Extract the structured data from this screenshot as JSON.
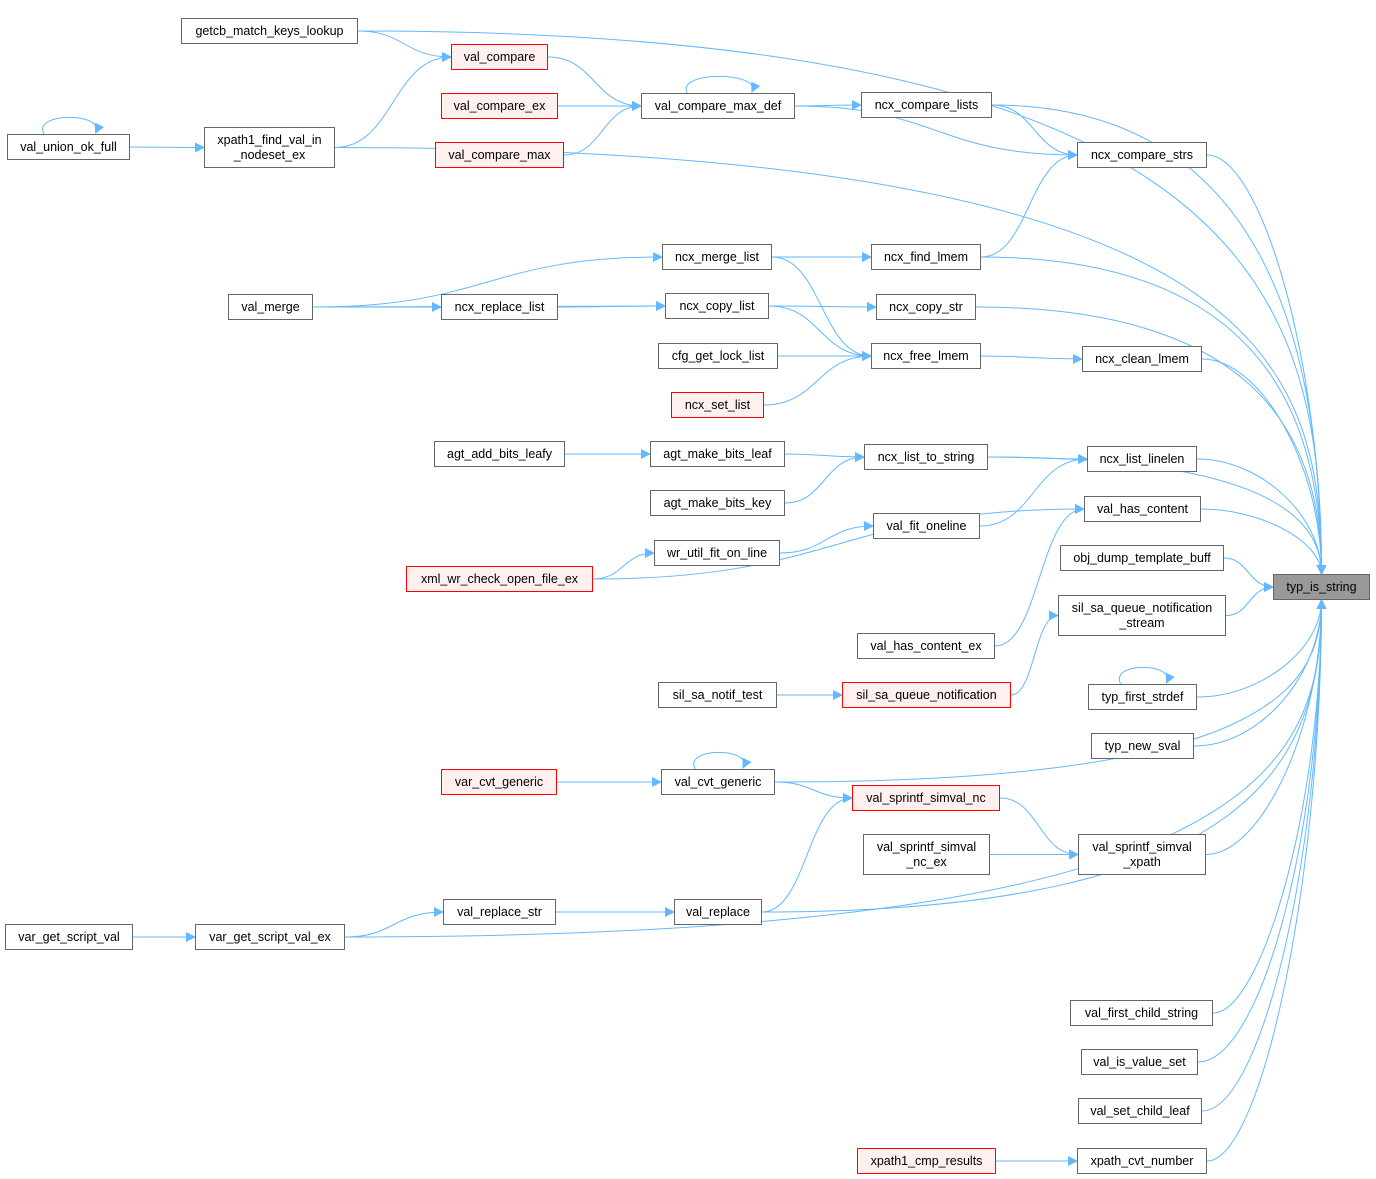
{
  "title": "typ_is_string caller graph",
  "colors": {
    "edge": "#63b8ff",
    "node_border": "#666666",
    "node_fill": "#ffffff",
    "linked_missing_border": "#ff0000",
    "linked_missing_fill": "#fff0f0",
    "root_fill": "#999999"
  },
  "nodes": [
    {
      "id": "typ_is_string",
      "label": "typ_is_string",
      "style": "root"
    },
    {
      "id": "getcb_match_keys_lookup",
      "label": "getcb_match_keys_lookup",
      "style": "normal"
    },
    {
      "id": "val_compare",
      "label": "val_compare",
      "style": "red"
    },
    {
      "id": "val_compare_ex",
      "label": "val_compare_ex",
      "style": "red"
    },
    {
      "id": "val_compare_max",
      "label": "val_compare_max",
      "style": "red"
    },
    {
      "id": "val_compare_max_def",
      "label": "val_compare_max_def",
      "style": "normal"
    },
    {
      "id": "ncx_compare_lists",
      "label": "ncx_compare_lists",
      "style": "normal"
    },
    {
      "id": "ncx_compare_strs",
      "label": "ncx_compare_strs",
      "style": "normal"
    },
    {
      "id": "val_union_ok_full",
      "label": "val_union_ok_full",
      "style": "normal"
    },
    {
      "id": "xpath1_find_val_in_nodeset_ex",
      "label": "xpath1_find_val_in\n_nodeset_ex",
      "style": "normal"
    },
    {
      "id": "val_merge",
      "label": "val_merge",
      "style": "normal"
    },
    {
      "id": "ncx_merge_list",
      "label": "ncx_merge_list",
      "style": "normal"
    },
    {
      "id": "ncx_replace_list",
      "label": "ncx_replace_list",
      "style": "normal"
    },
    {
      "id": "ncx_copy_list",
      "label": "ncx_copy_list",
      "style": "normal"
    },
    {
      "id": "cfg_get_lock_list",
      "label": "cfg_get_lock_list",
      "style": "normal"
    },
    {
      "id": "ncx_set_list",
      "label": "ncx_set_list",
      "style": "red"
    },
    {
      "id": "ncx_find_lmem",
      "label": "ncx_find_lmem",
      "style": "normal"
    },
    {
      "id": "ncx_copy_str",
      "label": "ncx_copy_str",
      "style": "normal"
    },
    {
      "id": "ncx_free_lmem",
      "label": "ncx_free_lmem",
      "style": "normal"
    },
    {
      "id": "ncx_clean_lmem",
      "label": "ncx_clean_lmem",
      "style": "normal"
    },
    {
      "id": "agt_add_bits_leafy",
      "label": "agt_add_bits_leafy",
      "style": "normal"
    },
    {
      "id": "agt_make_bits_leaf",
      "label": "agt_make_bits_leaf",
      "style": "normal"
    },
    {
      "id": "agt_make_bits_key",
      "label": "agt_make_bits_key",
      "style": "normal"
    },
    {
      "id": "ncx_list_to_string",
      "label": "ncx_list_to_string",
      "style": "normal"
    },
    {
      "id": "ncx_list_linelen",
      "label": "ncx_list_linelen",
      "style": "normal"
    },
    {
      "id": "val_fit_oneline",
      "label": "val_fit_oneline",
      "style": "normal"
    },
    {
      "id": "wr_util_fit_on_line",
      "label": "wr_util_fit_on_line",
      "style": "normal"
    },
    {
      "id": "xml_wr_check_open_file_ex",
      "label": "xml_wr_check_open_file_ex",
      "style": "red"
    },
    {
      "id": "val_has_content",
      "label": "val_has_content",
      "style": "normal"
    },
    {
      "id": "obj_dump_template_buff",
      "label": "obj_dump_template_buff",
      "style": "normal"
    },
    {
      "id": "sil_sa_queue_notification_stream",
      "label": "sil_sa_queue_notification\n_stream",
      "style": "normal"
    },
    {
      "id": "val_has_content_ex",
      "label": "val_has_content_ex",
      "style": "normal"
    },
    {
      "id": "sil_sa_notif_test",
      "label": "sil_sa_notif_test",
      "style": "normal"
    },
    {
      "id": "sil_sa_queue_notification",
      "label": "sil_sa_queue_notification",
      "style": "red"
    },
    {
      "id": "typ_first_strdef",
      "label": "typ_first_strdef",
      "style": "normal"
    },
    {
      "id": "typ_new_sval",
      "label": "typ_new_sval",
      "style": "normal"
    },
    {
      "id": "var_cvt_generic",
      "label": "var_cvt_generic",
      "style": "red"
    },
    {
      "id": "val_cvt_generic",
      "label": "val_cvt_generic",
      "style": "normal"
    },
    {
      "id": "val_sprintf_simval_nc",
      "label": "val_sprintf_simval_nc",
      "style": "red"
    },
    {
      "id": "val_sprintf_simval_nc_ex",
      "label": "val_sprintf_simval\n_nc_ex",
      "style": "normal"
    },
    {
      "id": "val_sprintf_simval_xpath",
      "label": "val_sprintf_simval\n_xpath",
      "style": "normal"
    },
    {
      "id": "var_get_script_val",
      "label": "var_get_script_val",
      "style": "normal"
    },
    {
      "id": "var_get_script_val_ex",
      "label": "var_get_script_val_ex",
      "style": "normal"
    },
    {
      "id": "val_replace_str",
      "label": "val_replace_str",
      "style": "normal"
    },
    {
      "id": "val_replace",
      "label": "val_replace",
      "style": "normal"
    },
    {
      "id": "val_first_child_string",
      "label": "val_first_child_string",
      "style": "normal"
    },
    {
      "id": "val_is_value_set",
      "label": "val_is_value_set",
      "style": "normal"
    },
    {
      "id": "val_set_child_leaf",
      "label": "val_set_child_leaf",
      "style": "normal"
    },
    {
      "id": "xpath1_cmp_results",
      "label": "xpath1_cmp_results",
      "style": "red"
    },
    {
      "id": "xpath_cvt_number",
      "label": "xpath_cvt_number",
      "style": "normal"
    }
  ],
  "edges": [
    [
      "getcb_match_keys_lookup",
      "typ_is_string"
    ],
    [
      "getcb_match_keys_lookup",
      "val_compare"
    ],
    [
      "xpath1_find_val_in_nodeset_ex",
      "val_compare"
    ],
    [
      "xpath1_find_val_in_nodeset_ex",
      "typ_is_string"
    ],
    [
      "val_union_ok_full",
      "val_union_ok_full"
    ],
    [
      "val_union_ok_full",
      "xpath1_find_val_in_nodeset_ex"
    ],
    [
      "val_compare",
      "val_compare_max_def"
    ],
    [
      "val_compare_ex",
      "val_compare_max_def"
    ],
    [
      "val_compare_max",
      "val_compare_max_def"
    ],
    [
      "val_compare_max_def",
      "val_compare_max_def"
    ],
    [
      "val_compare_max_def",
      "ncx_compare_lists"
    ],
    [
      "val_compare_max_def",
      "ncx_compare_strs"
    ],
    [
      "ncx_compare_lists",
      "ncx_compare_strs"
    ],
    [
      "ncx_compare_lists",
      "typ_is_string"
    ],
    [
      "ncx_compare_strs",
      "typ_is_string"
    ],
    [
      "ncx_find_lmem",
      "ncx_compare_strs"
    ],
    [
      "ncx_find_lmem",
      "typ_is_string"
    ],
    [
      "val_merge",
      "ncx_merge_list"
    ],
    [
      "val_merge",
      "ncx_replace_list"
    ],
    [
      "val_merge",
      "ncx_copy_list"
    ],
    [
      "ncx_replace_list",
      "ncx_copy_list"
    ],
    [
      "ncx_merge_list",
      "ncx_find_lmem"
    ],
    [
      "ncx_merge_list",
      "ncx_free_lmem"
    ],
    [
      "ncx_copy_list",
      "ncx_copy_str"
    ],
    [
      "ncx_copy_list",
      "ncx_free_lmem"
    ],
    [
      "cfg_get_lock_list",
      "ncx_free_lmem"
    ],
    [
      "ncx_set_list",
      "ncx_free_lmem"
    ],
    [
      "ncx_copy_str",
      "typ_is_string"
    ],
    [
      "ncx_free_lmem",
      "ncx_clean_lmem"
    ],
    [
      "ncx_clean_lmem",
      "typ_is_string"
    ],
    [
      "agt_add_bits_leafy",
      "agt_make_bits_leaf"
    ],
    [
      "agt_make_bits_leaf",
      "ncx_list_to_string"
    ],
    [
      "agt_make_bits_key",
      "ncx_list_to_string"
    ],
    [
      "ncx_list_to_string",
      "ncx_list_linelen"
    ],
    [
      "ncx_list_to_string",
      "typ_is_string"
    ],
    [
      "ncx_list_linelen",
      "typ_is_string"
    ],
    [
      "val_fit_oneline",
      "ncx_list_linelen"
    ],
    [
      "wr_util_fit_on_line",
      "val_fit_oneline"
    ],
    [
      "xml_wr_check_open_file_ex",
      "wr_util_fit_on_line"
    ],
    [
      "xml_wr_check_open_file_ex",
      "val_has_content"
    ],
    [
      "val_has_content_ex",
      "val_has_content"
    ],
    [
      "val_has_content",
      "typ_is_string"
    ],
    [
      "obj_dump_template_buff",
      "typ_is_string"
    ],
    [
      "sil_sa_queue_notification_stream",
      "typ_is_string"
    ],
    [
      "sil_sa_queue_notification",
      "sil_sa_queue_notification_stream"
    ],
    [
      "sil_sa_notif_test",
      "sil_sa_queue_notification"
    ],
    [
      "typ_first_strdef",
      "typ_first_strdef"
    ],
    [
      "typ_first_strdef",
      "typ_is_string"
    ],
    [
      "typ_new_sval",
      "typ_is_string"
    ],
    [
      "var_cvt_generic",
      "val_cvt_generic"
    ],
    [
      "val_cvt_generic",
      "val_cvt_generic"
    ],
    [
      "val_cvt_generic",
      "val_sprintf_simval_nc"
    ],
    [
      "val_cvt_generic",
      "typ_is_string"
    ],
    [
      "val_sprintf_simval_nc",
      "val_sprintf_simval_xpath"
    ],
    [
      "val_sprintf_simval_nc_ex",
      "val_sprintf_simval_xpath"
    ],
    [
      "val_sprintf_simval_xpath",
      "typ_is_string"
    ],
    [
      "var_get_script_val",
      "var_get_script_val_ex"
    ],
    [
      "var_get_script_val_ex",
      "val_replace_str"
    ],
    [
      "var_get_script_val_ex",
      "typ_is_string"
    ],
    [
      "val_replace_str",
      "val_replace"
    ],
    [
      "val_replace",
      "val_sprintf_simval_nc"
    ],
    [
      "val_replace",
      "typ_is_string"
    ],
    [
      "val_first_child_string",
      "typ_is_string"
    ],
    [
      "val_is_value_set",
      "typ_is_string"
    ],
    [
      "val_set_child_leaf",
      "typ_is_string"
    ],
    [
      "xpath1_cmp_results",
      "xpath_cvt_number"
    ],
    [
      "xpath_cvt_number",
      "typ_is_string"
    ]
  ]
}
